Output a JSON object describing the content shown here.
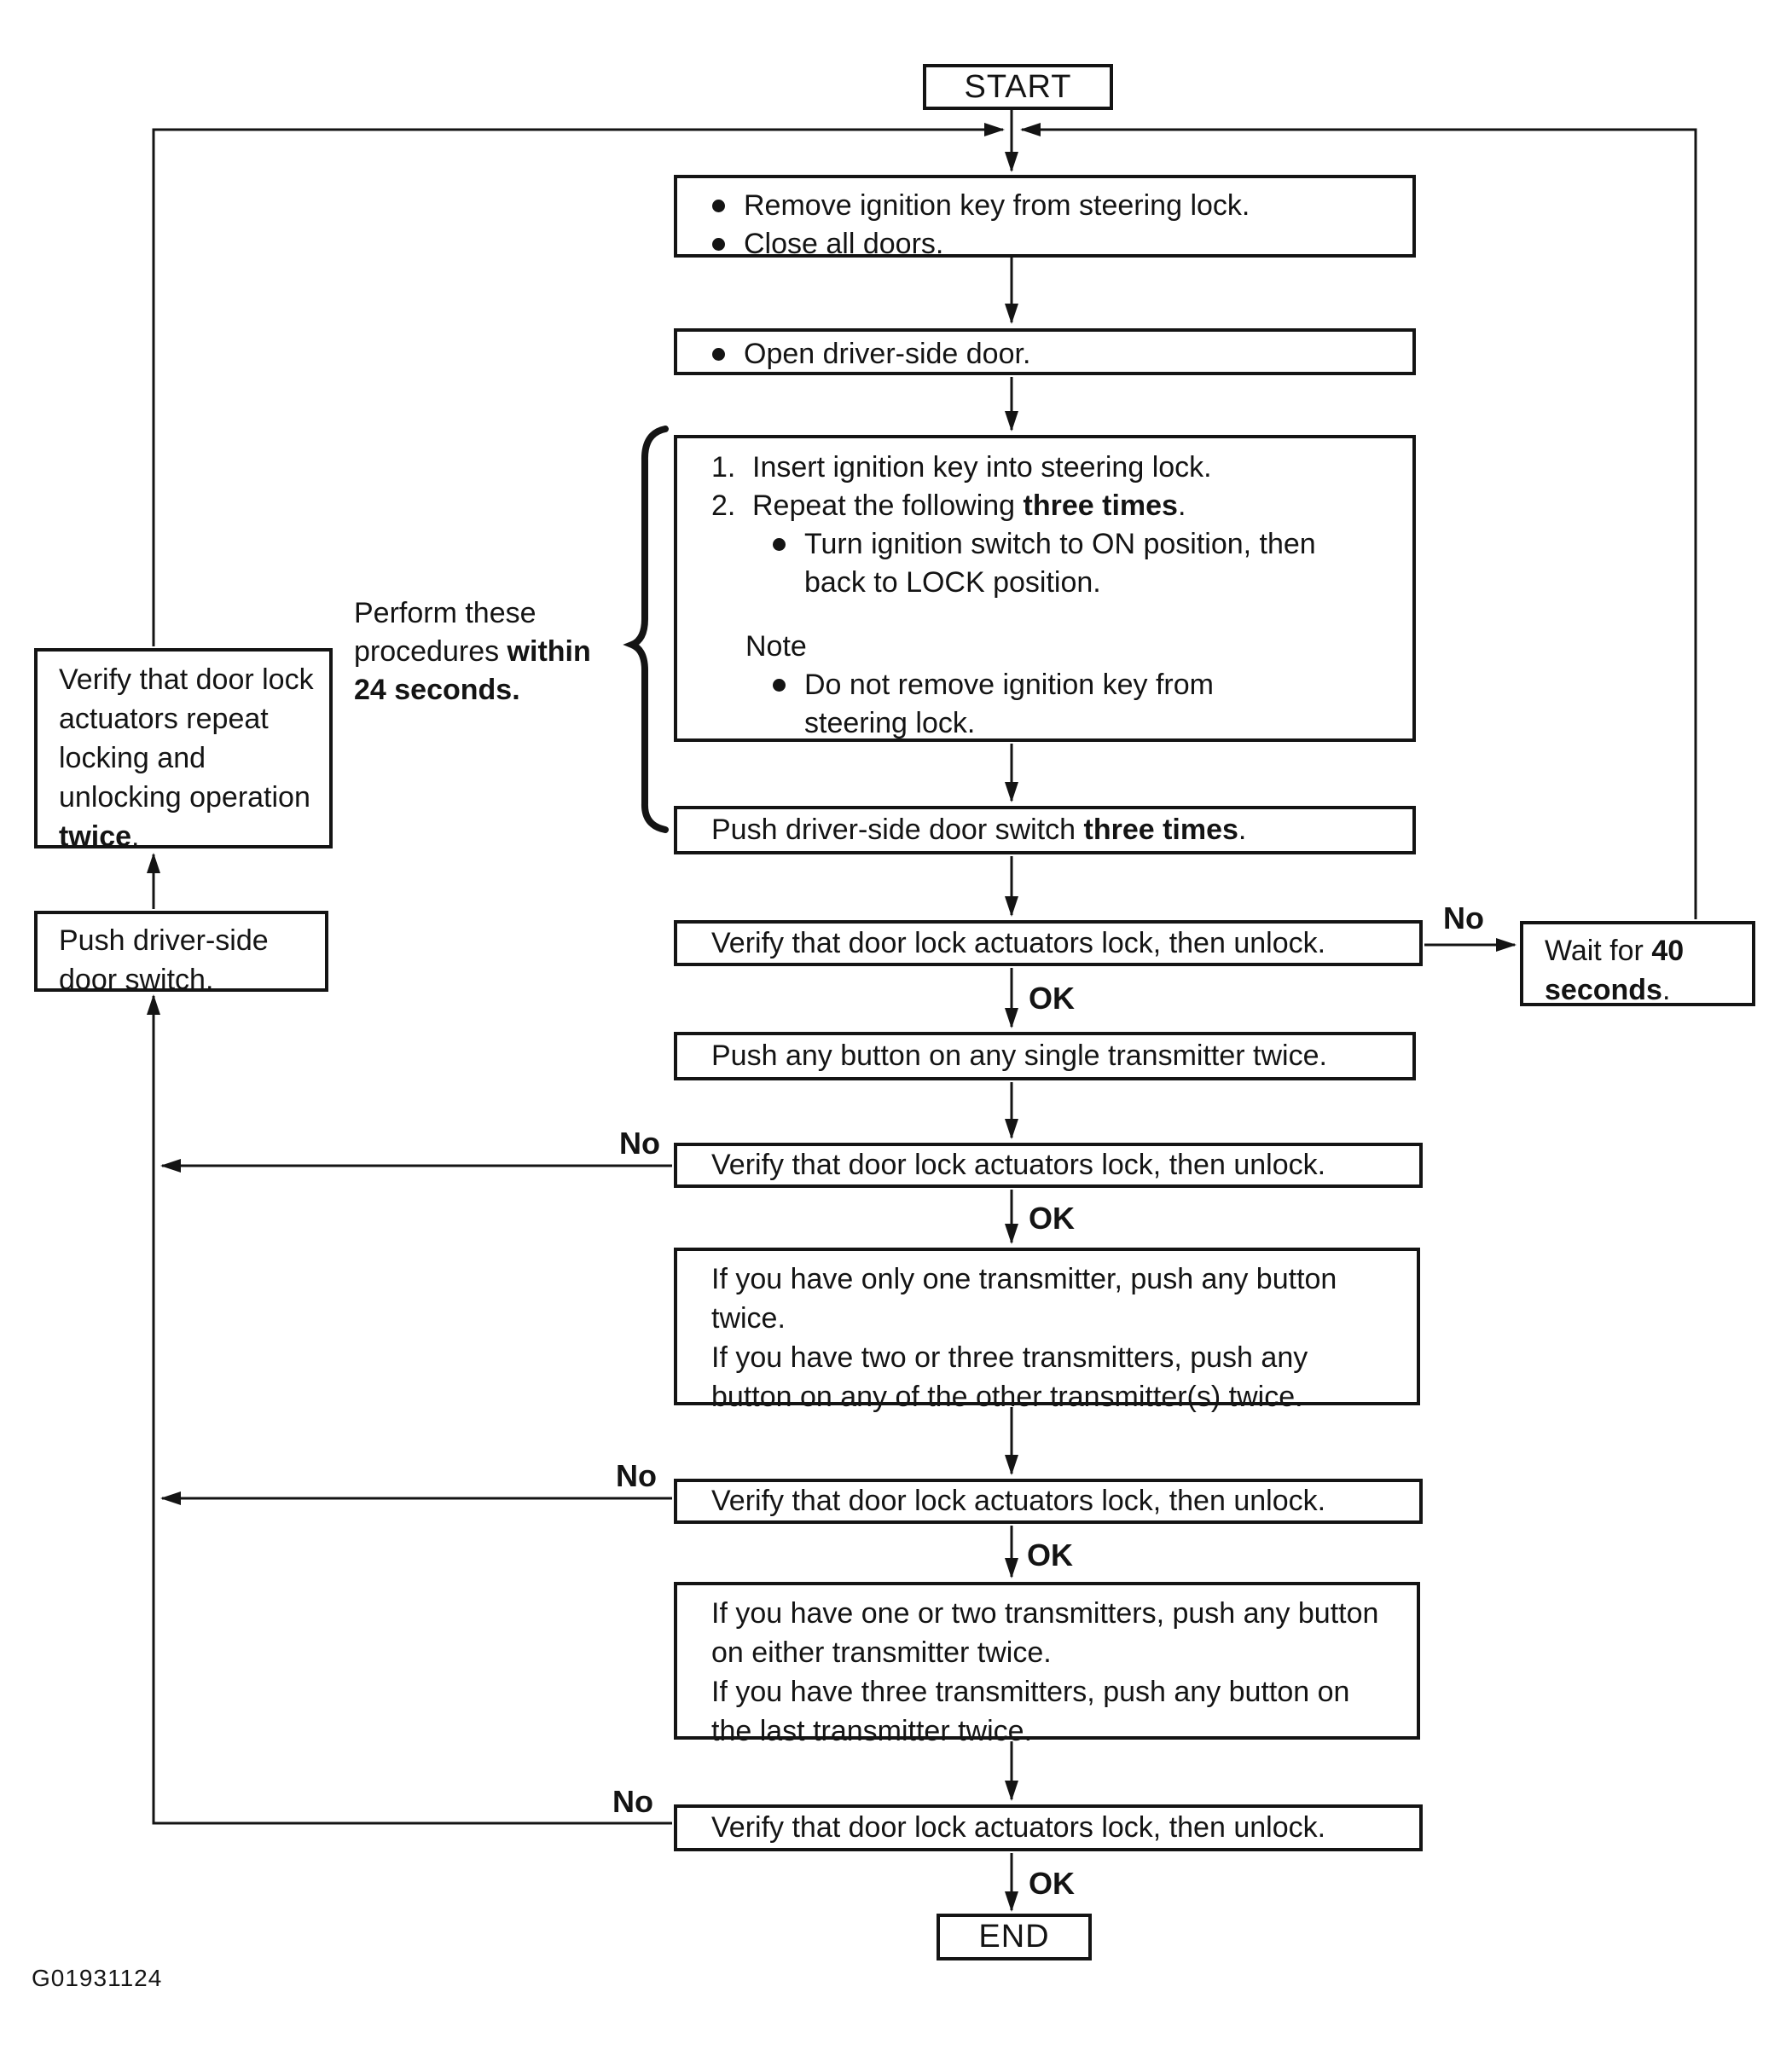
{
  "figure_id": "G01931124",
  "colors": {
    "ink": "#141414",
    "paper": "#ffffff"
  },
  "labels": {
    "no": "No",
    "ok": "OK"
  },
  "nodes": {
    "start": "START",
    "end": "END",
    "prepare": {
      "bullets": [
        "Remove ignition key from steering lock.",
        "Close all doors."
      ]
    },
    "open_door": {
      "bullets": [
        "Open driver-side door."
      ]
    },
    "key_cycle": {
      "item1_num": "1.",
      "item1": [
        {
          "t": "Insert ignition key into steering lock."
        }
      ],
      "item2_num": "2.",
      "item2": [
        {
          "t": "Repeat the following "
        },
        {
          "t": "three times",
          "b": true
        },
        {
          "t": "."
        }
      ],
      "sub_bullet": [
        {
          "t": "Turn ignition switch to ON position, then back to LOCK position."
        }
      ],
      "note_title": "Note",
      "note_bullet": [
        {
          "t": "Do not remove ignition key from steering lock."
        }
      ]
    },
    "push_three_times": [
      {
        "t": "Push driver-side door switch "
      },
      {
        "t": "three times",
        "b": true
      },
      {
        "t": "."
      }
    ],
    "verify_lock_unlock": [
      {
        "t": "Verify that door lock actuators lock, then unlock."
      }
    ],
    "wait_40": [
      {
        "t": "Wait for "
      },
      {
        "t": "40 seconds",
        "b": true
      },
      {
        "t": "."
      }
    ],
    "push_any_single": [
      {
        "t": "Push any button on any single transmitter twice."
      }
    ],
    "if_one_transmitter": {
      "line1": [
        {
          "t": "If you have only one transmitter, push any button twice."
        }
      ],
      "line2": [
        {
          "t": "If you have two or three transmitters, push any button on any of the other transmitter(s) twice."
        }
      ]
    },
    "if_one_or_two": {
      "line1": [
        {
          "t": "If you have one or two transmitters, push any button on either transmitter twice."
        }
      ],
      "line2": [
        {
          "t": "If you have three transmitters, push any button on the last transmitter twice."
        }
      ]
    },
    "left_verify_repeat": [
      {
        "t": "Verify that door lock actuators repeat locking and unlocking operation "
      },
      {
        "t": "twice",
        "b": true
      },
      {
        "t": "."
      }
    ],
    "left_push_switch": [
      {
        "t": "Push driver-side door switch."
      }
    ],
    "brace_note": [
      {
        "t": "Perform these procedures "
      },
      {
        "t": "within 24 seconds.",
        "b": true
      }
    ]
  }
}
